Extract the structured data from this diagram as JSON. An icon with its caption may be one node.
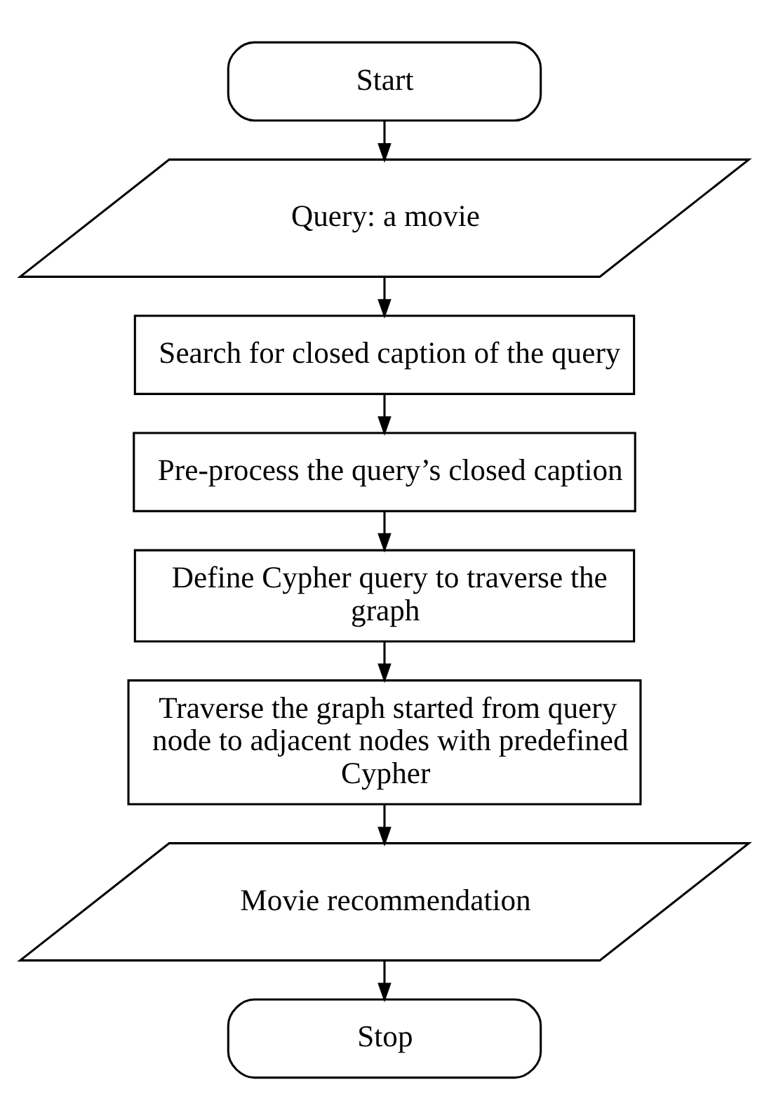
{
  "diagram": {
    "nodes": [
      {
        "text": [
          "Start"
        ]
      },
      {
        "text": [
          "Query: a movie"
        ]
      },
      {
        "text": [
          "Search for closed caption of the query"
        ]
      },
      {
        "text": [
          "Pre-process the query’s closed caption"
        ]
      },
      {
        "text": [
          "Define Cypher query to traverse the graph"
        ]
      },
      {
        "text": [
          "Traverse the graph started from query node to adjacent nodes with predefined Cypher"
        ]
      },
      {
        "text": [
          "Movie recommendation"
        ]
      },
      {
        "text": [
          "Stop"
        ]
      }
    ],
    "edges": [
      {
        "from": 0,
        "to": 1,
        "arrow": "to"
      },
      {
        "from": 1,
        "to": 2,
        "arrow": "to"
      },
      {
        "from": 2,
        "to": 3,
        "arrow": "to"
      },
      {
        "from": 3,
        "to": 4,
        "arrow": "to"
      },
      {
        "from": 4,
        "to": 5,
        "arrow": "to"
      },
      {
        "from": 5,
        "to": 6,
        "arrow": "to"
      },
      {
        "from": 6,
        "to": 7,
        "arrow": "to"
      }
    ]
  }
}
